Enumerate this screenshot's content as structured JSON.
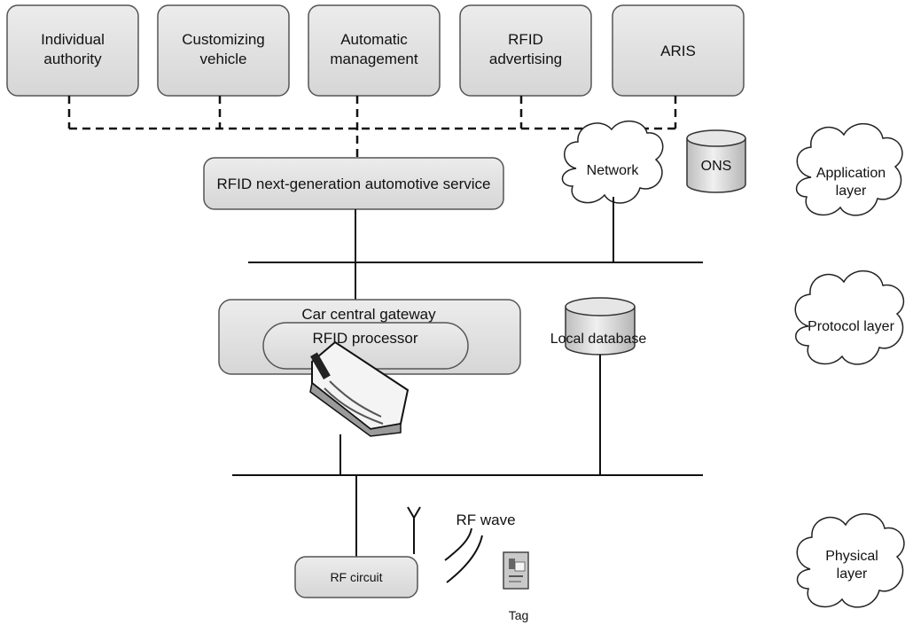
{
  "top_boxes": [
    {
      "line1": "Individual",
      "line2": "authority"
    },
    {
      "line1": "Customizing",
      "line2": "vehicle"
    },
    {
      "line1": "Automatic",
      "line2": "management"
    },
    {
      "line1": "RFID",
      "line2": "advertising"
    },
    {
      "line1": "ARIS",
      "line2": ""
    }
  ],
  "service_box": "RFID next-generation automotive service",
  "network_cloud": "Network",
  "ons_db": "ONS",
  "gateway": {
    "title": "Car central gateway",
    "processor": "RFID processor"
  },
  "local_db": "Local database",
  "rf_circuit": "RF circuit",
  "rf_wave": "RF wave",
  "tag": "Tag",
  "layers": [
    {
      "line1": "Application",
      "line2": "layer"
    },
    {
      "line1": "Protocol layer",
      "line2": ""
    },
    {
      "line1": "Physical",
      "line2": "layer"
    }
  ],
  "colors": {
    "box_fill": "#e3e3e3",
    "box_stroke": "#555555",
    "line": "#111111",
    "cylinder_fill": "#d8d8d8"
  }
}
